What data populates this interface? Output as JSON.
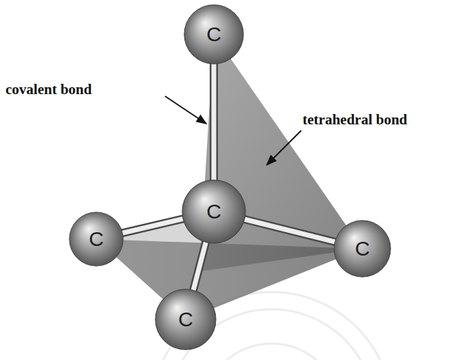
{
  "diagram": {
    "nodes": [
      {
        "text": [
          "C"
        ]
      },
      {
        "text": [
          "C"
        ]
      },
      {
        "text": [
          "C"
        ]
      },
      {
        "text": [
          "C"
        ]
      },
      {
        "text": [
          "C"
        ]
      }
    ],
    "edges": [
      {
        "from": 1,
        "to": 0,
        "arrow": "none"
      },
      {
        "from": 1,
        "to": 2,
        "arrow": "none"
      },
      {
        "from": 1,
        "to": 3,
        "arrow": "none"
      },
      {
        "from": 1,
        "to": 4,
        "arrow": "none"
      }
    ],
    "labels": [
      "covalent bond",
      "tetrahedral bond"
    ]
  }
}
